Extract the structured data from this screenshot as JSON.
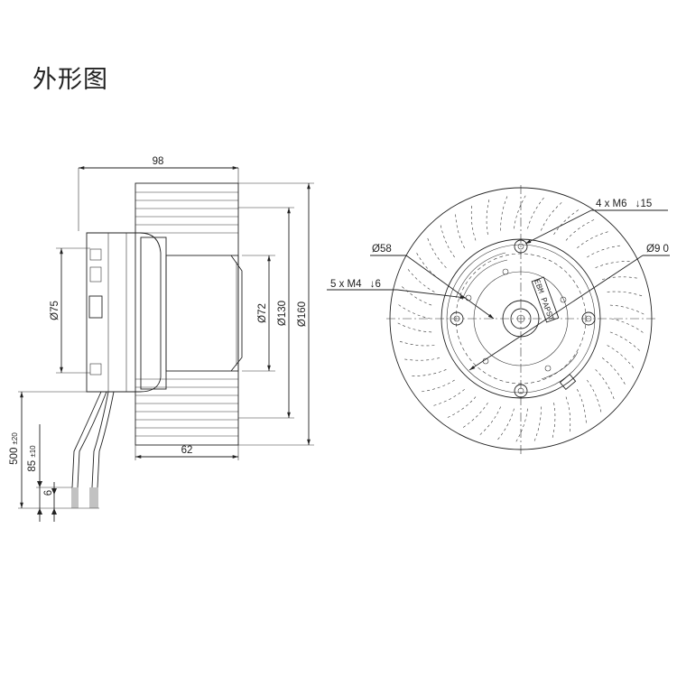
{
  "title": "外形图",
  "side_view": {
    "dims": {
      "width_98": "98",
      "width_62": "62",
      "dia_75": "Ø75",
      "dia_72": "Ø72",
      "dia_130": "Ø130",
      "dia_160": "Ø160",
      "cable_500": "500",
      "cable_500_tol": "±20",
      "cable_85": "85",
      "cable_85_tol": "±10",
      "cable_6": "6"
    }
  },
  "front_view": {
    "labels": {
      "holes_m6": "4 x M6",
      "depth_15": "↓15",
      "dia_58": "Ø58",
      "dia_90": "Ø9 0",
      "holes_m4": "5 x M4",
      "depth_6": "↓6"
    },
    "nameplate_text": "EBM PAPST"
  }
}
